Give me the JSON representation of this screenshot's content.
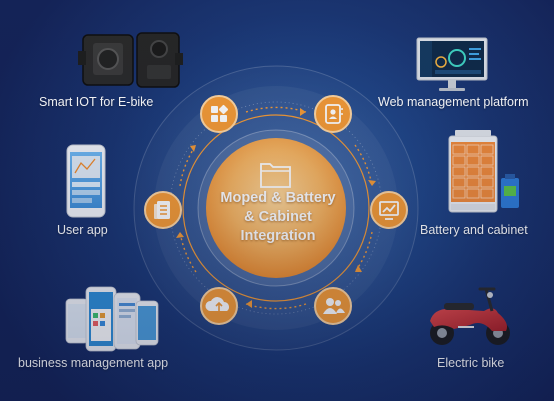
{
  "center": {
    "lines": [
      "Moped & Battery",
      "& Cabinet",
      "Integration"
    ],
    "icon": "folder-icon"
  },
  "labels": {
    "smart_iot": "Smart IOT for E-bike",
    "user_app": "User app",
    "business_app": "business management app",
    "web_platform": "Web management platform",
    "battery_cabinet": "Battery and cabinet",
    "electric_bike": "Electric bike"
  },
  "nodes": [
    {
      "name": "dashboard-grid-icon"
    },
    {
      "name": "contact-book-icon"
    },
    {
      "name": "monitor-chart-icon"
    },
    {
      "name": "users-icon"
    },
    {
      "name": "cloud-upload-icon"
    },
    {
      "name": "document-list-icon"
    }
  ],
  "colors": {
    "accent": "#f59b35",
    "accent_light": "#ffcf8a",
    "background": "#1c3b7a"
  }
}
